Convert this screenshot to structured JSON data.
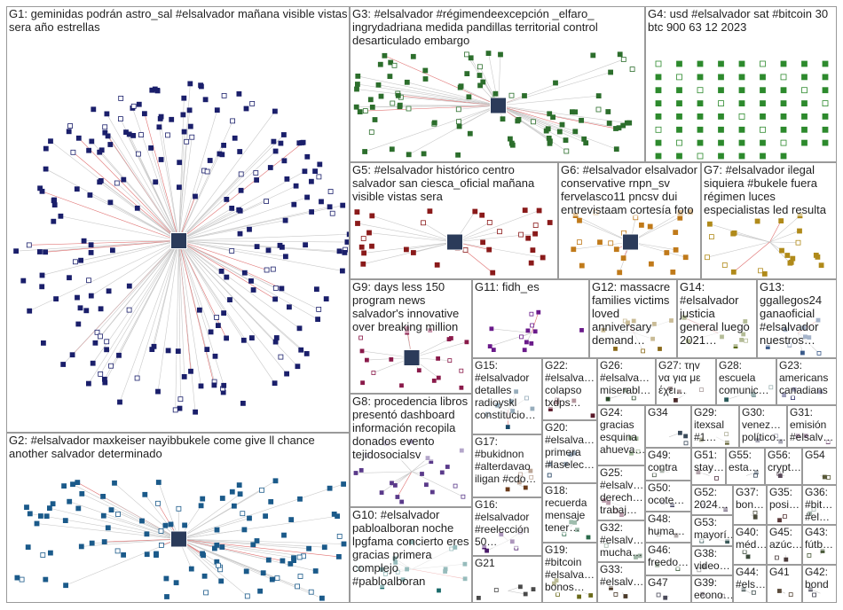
{
  "groups": [
    {
      "id": "G1",
      "label": "G1: geminidas podrán astro_sal #elsalvador mañana visible vistas sera año estrellas",
      "color": "#1a1f6b"
    },
    {
      "id": "G2",
      "label": "G2: #elsalvador maxkeiser nayibbukele come give ll chance another salvador determinado",
      "color": "#1b5a8a"
    },
    {
      "id": "G3",
      "label": "G3: #elsalvador #régimendeexcepción _elfaro_ ingrydadriana medida pandillas territorial control desarticulado embargo",
      "color": "#2c6e2c"
    },
    {
      "id": "G4",
      "label": "G4: usd #elsalvador sat #bitcoin 30 btc 900 63 12 2023",
      "color": "#2d8a2d"
    },
    {
      "id": "G5",
      "label": "G5: #elsalvador histórico centro salvador san ciesca_oficial mañana visible vistas sera",
      "color": "#8a1a1a"
    },
    {
      "id": "G6",
      "label": "G6: #elsalvador elsalvador conservative rnpn_sv fervelasco11 pncsv dui entrevistaam cortesía foto",
      "color": "#c07a1a"
    },
    {
      "id": "G7",
      "label": "G7: #elsalvador ilegal siquiera #bukele fuera régimen luces especialistas led resulta",
      "color": "#b08a1a"
    },
    {
      "id": "G8",
      "label": "G8: procedencia libros presentó dashboard información recopila donados evento tejidosocialsv",
      "color": "#5a3a8a"
    },
    {
      "id": "G9",
      "label": "G9: days less 150 program news salvador's innovative over breaking million",
      "color": "#8a1a4a"
    },
    {
      "id": "G10",
      "label": "G10: #elsalvador pabloalboran noche lpgfama concierto eres gracias primera complejo #pabloalboran",
      "color": "#1a6a6a"
    },
    {
      "id": "G11",
      "label": "G11: fidh_es",
      "color": "#6a1a8a"
    },
    {
      "id": "G12",
      "label": "G12: massacre families victims loved anniversary demand…",
      "color": "#8a6a1a"
    },
    {
      "id": "G13",
      "label": "G13: ggallegos24 ganaoficial #elsalvador nuestros…",
      "color": "#3a5a8a"
    },
    {
      "id": "G14",
      "label": "G14: #elsalvador justicia general luego 2021…",
      "color": "#5a6a1a"
    },
    {
      "id": "G15",
      "label": "G15: #elsalvador detalles radioyskl constitucio…",
      "color": "#1a4a6a"
    },
    {
      "id": "G16",
      "label": "G16: #elsalvador #reelección 50…",
      "color": "#4a1a6a"
    },
    {
      "id": "G17",
      "label": "G17: #bukidnon #alterdavao iligan #cdo…",
      "color": "#6a3a1a"
    },
    {
      "id": "G18",
      "label": "G18: recuerda mensaje tener…",
      "color": "#2a6a4a"
    },
    {
      "id": "G19",
      "label": "G19: #bitcoin #elsalva… bonos…",
      "color": "#6a6a1a"
    },
    {
      "id": "G20",
      "label": "G20: #elsalva… primera #laselec…",
      "color": "#1a3a5a"
    },
    {
      "id": "G21",
      "label": "G21",
      "color": "#4a4a4a"
    },
    {
      "id": "G22",
      "label": "G22: #elsalva… colapso txdps…",
      "color": "#5a1a2a"
    },
    {
      "id": "G23",
      "label": "G23: americans canadians",
      "color": "#2a2a6a"
    },
    {
      "id": "G24",
      "label": "G24: gracias esquina ahueva…",
      "color": "#3a6a2a"
    },
    {
      "id": "G25",
      "label": "G25: #elsalv… derech… trabaj…",
      "color": "#6a2a4a"
    },
    {
      "id": "G26",
      "label": "G26: #elsalva… miserabl…",
      "color": "#2a4a2a"
    },
    {
      "id": "G27",
      "label": "G27: τηv να για με έχει…",
      "color": "#4a2a2a"
    },
    {
      "id": "G28",
      "label": "G28: escuela comunic…",
      "color": "#2a5a5a"
    },
    {
      "id": "G29",
      "label": "G29: itexsal #1…",
      "color": "#5a5a2a"
    },
    {
      "id": "G30",
      "label": "G30: venez… político…",
      "color": "#3a3a5a"
    },
    {
      "id": "G31",
      "label": "G31: emisión #elsalv…",
      "color": "#5a2a5a"
    },
    {
      "id": "G32",
      "label": "G32: #elsalv… mucha…",
      "color": "#2a5a3a"
    },
    {
      "id": "G33",
      "label": "G33: #elsalv…",
      "color": "#4a3a2a"
    },
    {
      "id": "G34",
      "label": "G34",
      "color": "#3a4a5a"
    },
    {
      "id": "G35",
      "label": "G35: posi…",
      "color": "#5a3a3a"
    },
    {
      "id": "G36",
      "label": "G36: #bit… #el…",
      "color": "#3a5a4a"
    },
    {
      "id": "G37",
      "label": "G37: bon…",
      "color": "#4a4a3a"
    },
    {
      "id": "G38",
      "label": "G38: video…",
      "color": "#3a3a3a"
    },
    {
      "id": "G39",
      "label": "G39: econo…",
      "color": "#4a3a4a"
    },
    {
      "id": "G40",
      "label": "G40: méd…",
      "color": "#3a4a3a"
    },
    {
      "id": "G41",
      "label": "G41",
      "color": "#5a4a3a"
    },
    {
      "id": "G42",
      "label": "G42: bond",
      "color": "#3a3a4a"
    },
    {
      "id": "G43",
      "label": "G43: fútb…",
      "color": "#4a5a3a"
    },
    {
      "id": "G44",
      "label": "G44: #els…",
      "color": "#3a4a4a"
    },
    {
      "id": "G45",
      "label": "G45: azúc…",
      "color": "#4a3a3a"
    },
    {
      "id": "G46",
      "label": "G46: freedo…",
      "color": "#3a5a3a"
    },
    {
      "id": "G47",
      "label": "G47",
      "color": "#4a4a5a"
    },
    {
      "id": "G48",
      "label": "G48: huma…",
      "color": "#5a4a4a"
    },
    {
      "id": "G49",
      "label": "G49: contra",
      "color": "#4a5a4a"
    },
    {
      "id": "G50",
      "label": "G50: ocote…",
      "color": "#3a3a5a"
    },
    {
      "id": "G51",
      "label": "G51: stay…",
      "color": "#5a3a4a"
    },
    {
      "id": "G52",
      "label": "G52: 2024…",
      "color": "#4a3a5a"
    },
    {
      "id": "G53",
      "label": "G53: mayorí…",
      "color": "#3a5a5a"
    },
    {
      "id": "G54",
      "label": "G54",
      "color": "#5a5a3a"
    },
    {
      "id": "G55",
      "label": "G55: esta…",
      "color": "#3a4a5a"
    },
    {
      "id": "G56",
      "label": "G56: crypt…",
      "color": "#5a4a5a"
    }
  ],
  "colors": {
    "border": "#9a9a9a",
    "edge_red": "#e07070",
    "edge_gray": "#c8c8c8",
    "text": "#1f1f1f"
  }
}
